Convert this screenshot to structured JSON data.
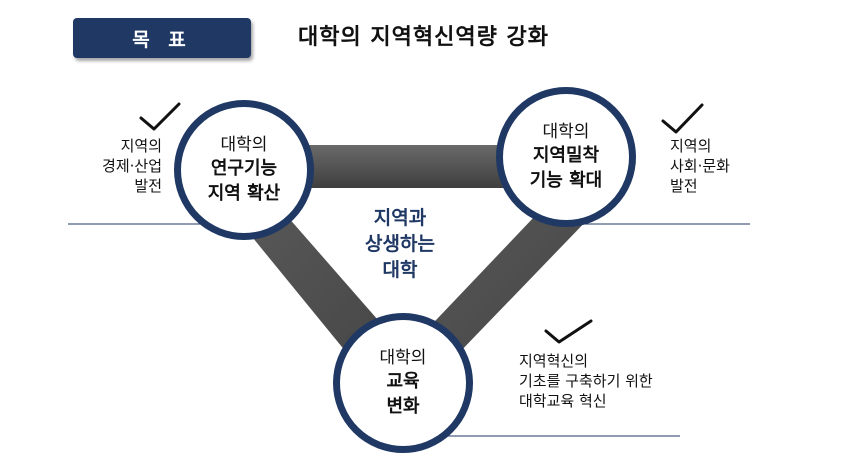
{
  "header": {
    "badge_label": "목 표",
    "title": "대학의 지역혁신역량 강화"
  },
  "nodes": {
    "left": {
      "pre": "대학의",
      "main": "연구기능\n지역 확산"
    },
    "right": {
      "pre": "대학의",
      "main": "지역밀착\n기능 확대"
    },
    "bottom": {
      "pre": "대학의",
      "main": "교육\n변화"
    }
  },
  "center": {
    "text": "지역과\n상생하는\n대학"
  },
  "outcomes": {
    "left": "지역의\n경제·산업\n발전",
    "right": "지역의\n사회·문화\n발전",
    "bottom": "지역혁신의\n기초를 구축하기 위한\n대학교육 혁신"
  },
  "colors": {
    "navy": "#1f3864",
    "band": "#595959",
    "band_dark": "#3a3a3a",
    "rule": "#1f3864"
  },
  "icons": [
    "check-icon"
  ]
}
